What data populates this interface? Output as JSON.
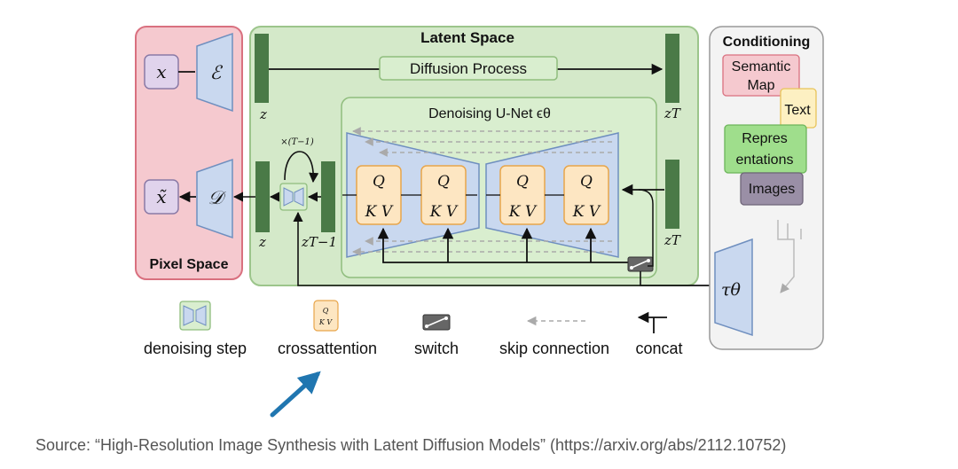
{
  "regions": {
    "latent_space": "Latent Space",
    "pixel_space": "Pixel Space",
    "conditioning": "Conditioning"
  },
  "pixel": {
    "x": "x",
    "encoder": "ℰ",
    "x_tilde": "x̃",
    "decoder": "𝒟"
  },
  "latent": {
    "diffusion_process": "Diffusion Process",
    "unet_title": "Denoising U-Net ϵθ",
    "z_top": "z",
    "zT_top": "zT",
    "z_bottom": "z",
    "z_tminus1": "zT−1",
    "zT_bottom": "zT",
    "repeat": "×(T−1)"
  },
  "qkv": {
    "q": "Q",
    "kv": "K V"
  },
  "conditioning": {
    "semantic_map": [
      "Semantic",
      "Map"
    ],
    "text": "Text",
    "representations": [
      "Repres",
      "entations"
    ],
    "images": "Images",
    "tau": "τθ"
  },
  "legend": {
    "denoising_step": "denoising step",
    "crossattention": "crossattention",
    "switch": "switch",
    "skip_connection": "skip connection",
    "concat": "concat",
    "mini_q": "Q",
    "mini_kv": "K V"
  },
  "caption": "Source: “High-Resolution Image Synthesis with Latent Diffusion Models” (https://arxiv.org/abs/2112.10752)",
  "colors": {
    "pixel_fill": "#f5c9cf",
    "pixel_stroke": "#d9707f",
    "latent_fill": "#d4e9c9",
    "latent_stroke": "#9cc58b",
    "latent_bar": "#4a7a47",
    "unet_fill": "#c9d8ef",
    "qkv_fill": "#fde6c2",
    "qkv_stroke": "#e8a54a",
    "accent_arrow": "#2076b0"
  }
}
